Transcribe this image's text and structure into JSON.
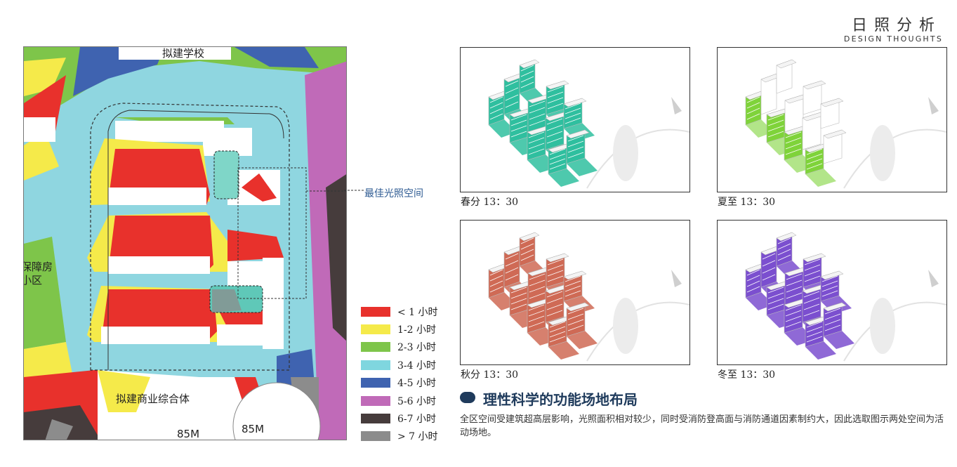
{
  "header": {
    "title": "日照分析",
    "subtitle": "DESIGN THOUGHTS"
  },
  "map": {
    "labels": {
      "school": "拟建学校",
      "commercial": "拟建商业综合体",
      "housing_line1": "保障房",
      "housing_line2": "小区",
      "height_left": "85M",
      "height_right": "85M"
    },
    "callout": "最佳光照空间"
  },
  "legend": [
    {
      "label": "< 1 小时",
      "color": "#e8312c"
    },
    {
      "label": "1-2 小时",
      "color": "#f5ea4a"
    },
    {
      "label": "2-3 小时",
      "color": "#7ec54a"
    },
    {
      "label": "3-4 小时",
      "color": "#7fd6df"
    },
    {
      "label": "4-5 小时",
      "color": "#3f63b0"
    },
    {
      "label": "5-6 小时",
      "color": "#c06ab8"
    },
    {
      "label": "6-7 小时",
      "color": "#463c3c"
    },
    {
      "label": "> 7 小时",
      "color": "#8c8c8c"
    }
  ],
  "panels": [
    {
      "caption": "春分 13：30",
      "color": "#2fbf9f"
    },
    {
      "caption": "夏至 13：30",
      "color": "#7fd33a"
    },
    {
      "caption": "秋分 13：30",
      "color": "#cf6a55"
    },
    {
      "caption": "冬至 13：30",
      "color": "#7b4fcf"
    }
  ],
  "section": {
    "title": "理性科学的功能场地布局",
    "body": "全区空间受建筑超高层影响，光照面积相对较少，同时受消防登高面与消防通道因素制约大，因此选取图示两处空间为活动场地。"
  }
}
